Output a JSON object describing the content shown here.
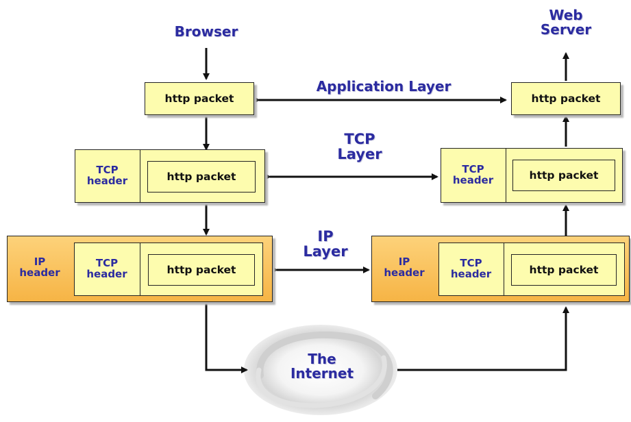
{
  "labels": {
    "browser": "Browser",
    "web_server": [
      "Web",
      "Server"
    ],
    "application_layer": "Application Layer",
    "tcp_layer": [
      "TCP",
      "Layer"
    ],
    "ip_layer": [
      "IP",
      "Layer"
    ],
    "internet": [
      "The",
      "Internet"
    ]
  },
  "packet": {
    "http": "http packet",
    "tcp_header": [
      "TCP",
      "header"
    ],
    "ip_header": [
      "IP",
      "header"
    ]
  },
  "colors": {
    "label_text": "#2b2ba0",
    "pale_box": "#fdfcae",
    "orange_box": "#f6b445",
    "arrow": "#111111"
  }
}
